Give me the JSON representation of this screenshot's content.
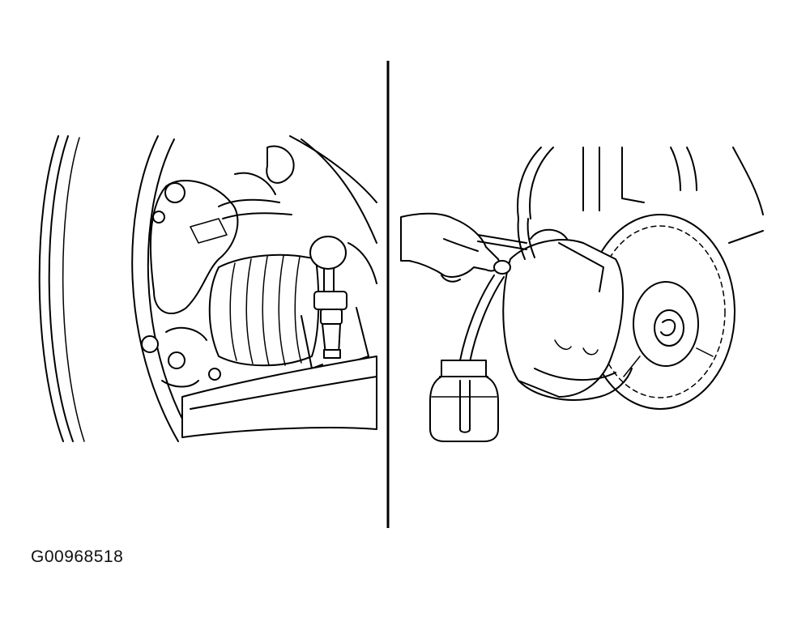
{
  "figure": {
    "id_label": "G00968518",
    "panels": [
      {
        "name": "left-panel",
        "subject": "front-wheel-well-caliper"
      },
      {
        "name": "right-panel",
        "subject": "caliper-bleeding-bottle"
      }
    ],
    "colors": {
      "line": "#000000",
      "background": "#ffffff"
    }
  }
}
